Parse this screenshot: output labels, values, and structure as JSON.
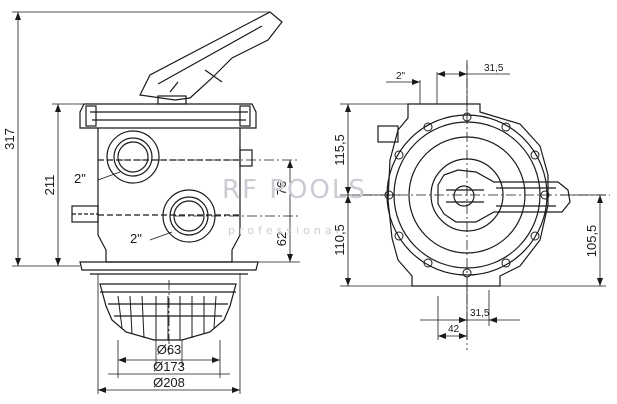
{
  "dimensions": {
    "total_height": "317",
    "body_height": "211",
    "port_spacing": "76",
    "lower_port": "62",
    "upper_half": "115,5",
    "lower_half": "110,5",
    "side_offset": "105,5",
    "top_offset": "31,5",
    "bottom_offset": "31,5",
    "bottom_width": "42",
    "port_size_upper": "2\"",
    "port_size_lower": "2\"",
    "port_size_top": "2\"",
    "dia_inner": "Ø63",
    "dia_middle": "Ø173",
    "dia_outer": "Ø208"
  },
  "watermark": {
    "brand": "RF POOLS",
    "tagline": "professional"
  },
  "colors": {
    "line": "#1a1a1a",
    "watermark": "#c9ccd2"
  }
}
